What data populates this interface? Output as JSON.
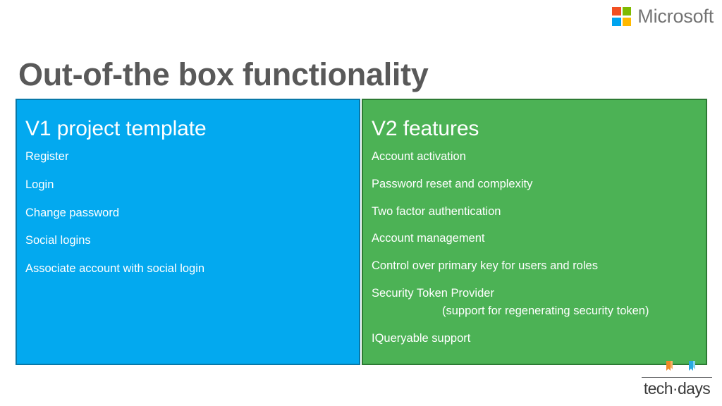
{
  "brand": {
    "microsoft_wordmark": "Microsoft",
    "microsoft_squares": [
      {
        "name": "square-top-left",
        "color": "#f25022"
      },
      {
        "name": "square-top-right",
        "color": "#7fba00"
      },
      {
        "name": "square-bottom-left",
        "color": "#00a4ef"
      },
      {
        "name": "square-bottom-right",
        "color": "#ffb900"
      }
    ],
    "techdays_wordmark": "tech·days",
    "techdays_ribbon_colors": [
      "#f08a24",
      "#29abe2"
    ]
  },
  "slide": {
    "title": "Out-of-the box functionality",
    "title_color": "#595959"
  },
  "panels": [
    {
      "id": "v1-project-template",
      "header": "V1 project template",
      "background": "#03a9ef",
      "border_color": "#0878a8",
      "items": [
        {
          "text": "Register"
        },
        {
          "text": "Login"
        },
        {
          "text": "Change password"
        },
        {
          "text": "Social logins"
        },
        {
          "text": "Associate account with social login"
        }
      ]
    },
    {
      "id": "v2-features",
      "header": "V2 features",
      "background": "#4cb255",
      "border_color": "#2c7a33",
      "items": [
        {
          "text": "Account activation"
        },
        {
          "text": "Password reset and complexity"
        },
        {
          "text": "Two factor authentication"
        },
        {
          "text": "Account management"
        },
        {
          "text": "Control over primary key for users and roles"
        },
        {
          "text": "Security Token Provider",
          "sub": "(support for regenerating security token)"
        },
        {
          "text": "IQueryable support"
        }
      ]
    }
  ]
}
